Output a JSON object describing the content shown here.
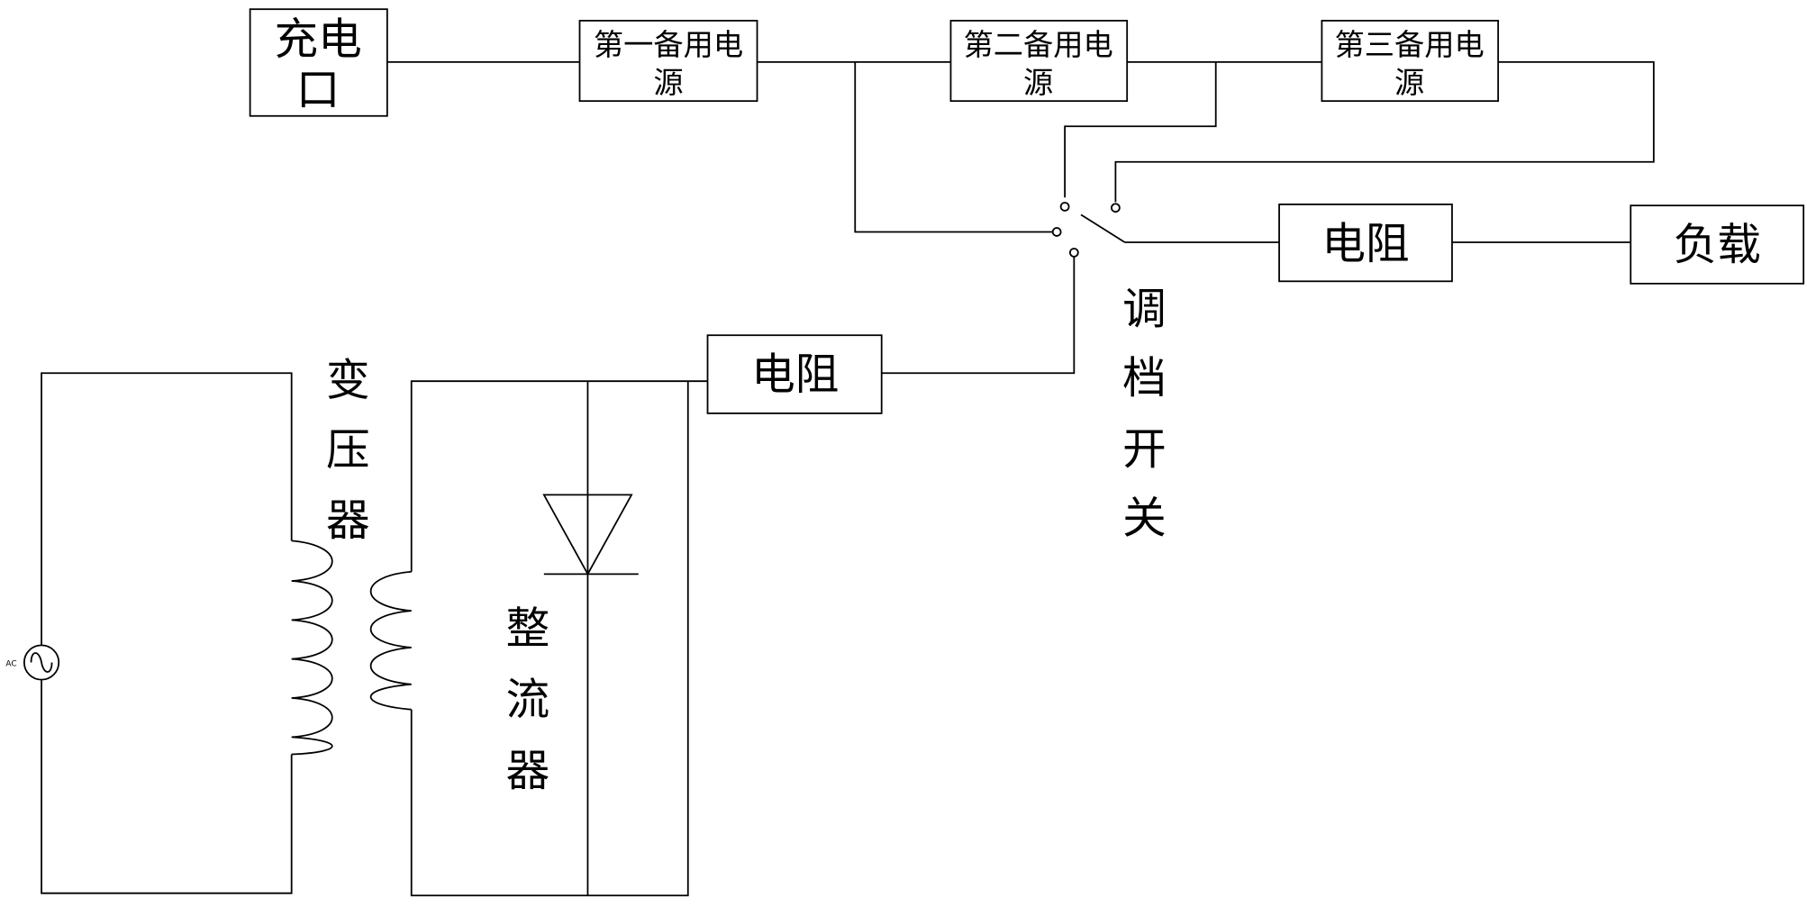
{
  "diagram": {
    "charging_port": {
      "line1": "充电",
      "line2": "口"
    },
    "backup_1": {
      "line1": "第一备用电",
      "line2": "源"
    },
    "backup_2": {
      "line1": "第二备用电",
      "line2": "源"
    },
    "backup_3": {
      "line1": "第三备用电",
      "line2": "源"
    },
    "resistor_top": "电阻",
    "load": "负载",
    "resistor_bottom": "电阻",
    "switch_label": [
      "调",
      "档",
      "开",
      "关"
    ],
    "transformer_label": [
      "变",
      "压",
      "器"
    ],
    "rectifier_label": [
      "整",
      "流",
      "器"
    ],
    "ac_source": "AC"
  }
}
